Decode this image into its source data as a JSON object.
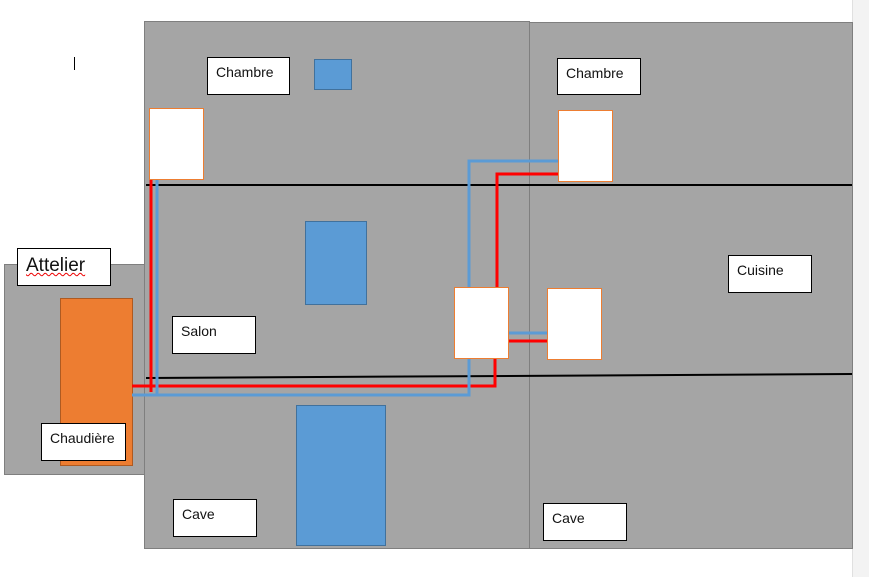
{
  "labels": {
    "attelier": "Attelier",
    "chambre_left": "Chambre",
    "chambre_right": "Chambre",
    "salon": "Salon",
    "cuisine": "Cuisine",
    "chaudiere": "Chaudière",
    "cave_left": "Cave",
    "cave_right": "Cave"
  },
  "colors": {
    "hot_pipe": "#ff0000",
    "cold_pipe": "#5b9bd5",
    "boiler": "#ed7d31",
    "building": "#a5a5a5"
  }
}
